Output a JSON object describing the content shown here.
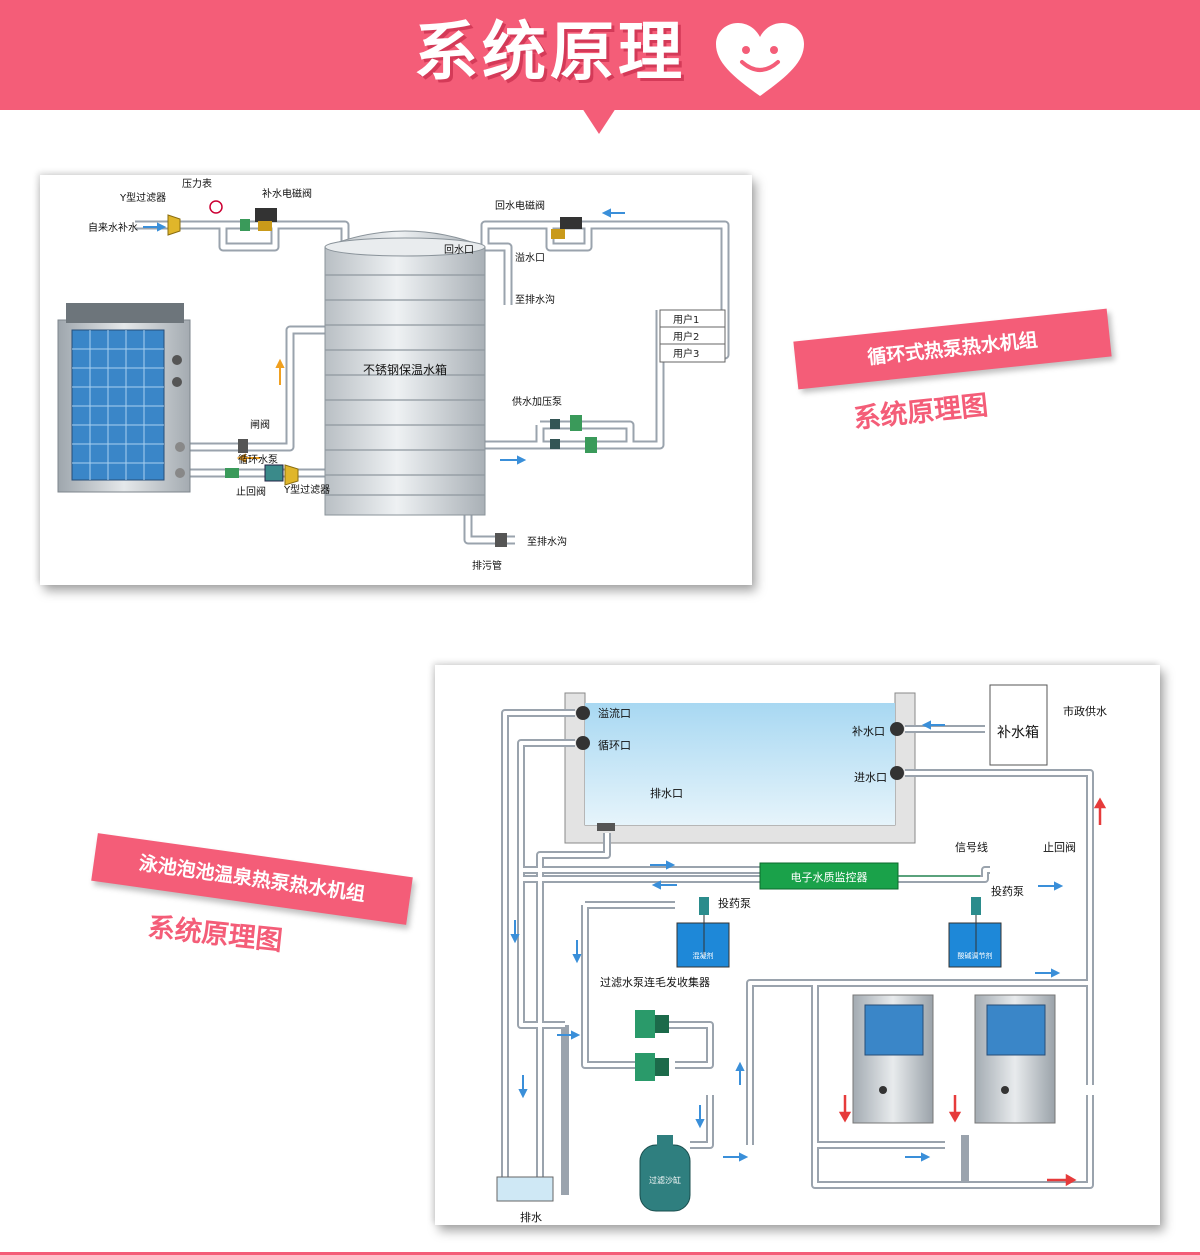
{
  "header": {
    "title": "系统原理"
  },
  "colors": {
    "brand": "#f45d78",
    "pipe": "#9aa3ad",
    "water": "#bfe3f5",
    "flow_arrow": "#3a8fd9",
    "hot_arrow": "#e63b3b",
    "monitor": "#1aa24a"
  },
  "diagram1": {
    "ribbon": "循环式热泵热水机组",
    "subtitle": "系统原理图",
    "labels": {
      "y_filter_top": "Y型过滤器",
      "pressure_gauge": "压力表",
      "makeup_valve": "补水电磁阀",
      "tap_water": "自来水补水",
      "return_valve": "回水电磁阀",
      "return_inlet": "回水口",
      "overflow": "溢水口",
      "to_drain_top": "至排水沟",
      "tank": "不锈钢保温水箱",
      "user1": "用户1",
      "user2": "用户2",
      "user3": "用户3",
      "supply_pump": "供水加压泵",
      "gate_valve": "闸阀",
      "circ_pump": "循环水泵",
      "check_valve": "止回阀",
      "y_filter_bottom": "Y型过滤器",
      "to_drain_bottom": "至排水沟",
      "sewage": "排污管"
    }
  },
  "diagram2": {
    "ribbon": "泳池泡池温泉热泵热水机组",
    "subtitle": "系统原理图",
    "labels": {
      "overflow": "溢流口",
      "circulation": "循环口",
      "drain_port": "排水口",
      "makeup_port": "补水口",
      "inlet_port": "进水口",
      "makeup_box": "补水箱",
      "city_water": "市政供水",
      "signal_line": "信号线",
      "check_valve": "止回阀",
      "monitor": "电子水质监控器",
      "dosing_pump_left": "投药泵",
      "dosing_pump_right": "投药泵",
      "coagulant": "混凝剂",
      "ph_regulator": "酸碱调节剂",
      "filter_pump": "过滤水泵连毛发收集器",
      "sand_tank": "过滤沙缸",
      "drain": "排水"
    }
  }
}
